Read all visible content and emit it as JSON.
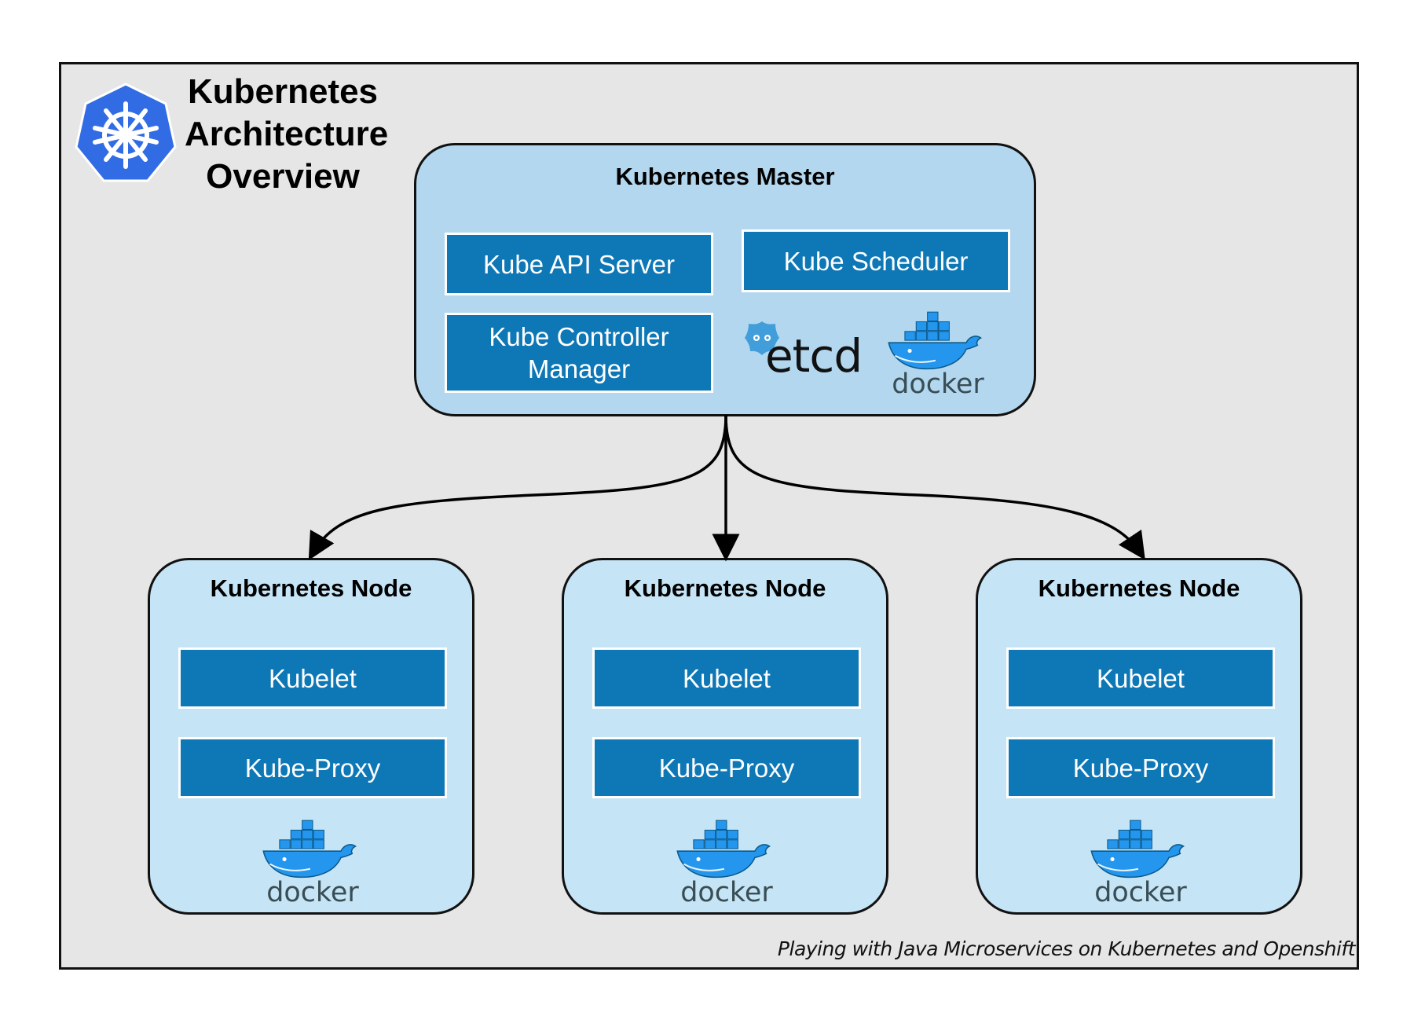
{
  "title": {
    "line1": "Kubernetes",
    "line2": "Architecture",
    "line3": "Overview"
  },
  "master": {
    "title": "Kubernetes Master",
    "components": {
      "api_server": "Kube API Server",
      "scheduler": "Kube Scheduler",
      "controller_manager_line1": "Kube Controller",
      "controller_manager_line2": "Manager"
    },
    "etcd_label": "etcd",
    "docker_label": "docker"
  },
  "nodes": [
    {
      "title": "Kubernetes Node",
      "kubelet": "Kubelet",
      "proxy": "Kube-Proxy",
      "docker_label": "docker"
    },
    {
      "title": "Kubernetes Node",
      "kubelet": "Kubelet",
      "proxy": "Kube-Proxy",
      "docker_label": "docker"
    },
    {
      "title": "Kubernetes Node",
      "kubelet": "Kubelet",
      "proxy": "Kube-Proxy",
      "docker_label": "docker"
    }
  ],
  "footer": "Playing with Java Microservices on Kubernetes and Openshift",
  "colors": {
    "frame_bg": "#e6e6e6",
    "master_bg": "#b3d7ef",
    "node_bg": "#c5e4f6",
    "component_bg": "#0e77b6",
    "k8s_blue": "#326ce5",
    "docker_blue": "#2496ed",
    "docker_text": "#394d54",
    "etcd_blue": "#419eda"
  },
  "icons": [
    "kubernetes-helm-icon",
    "etcd-icon",
    "docker-whale-icon"
  ]
}
